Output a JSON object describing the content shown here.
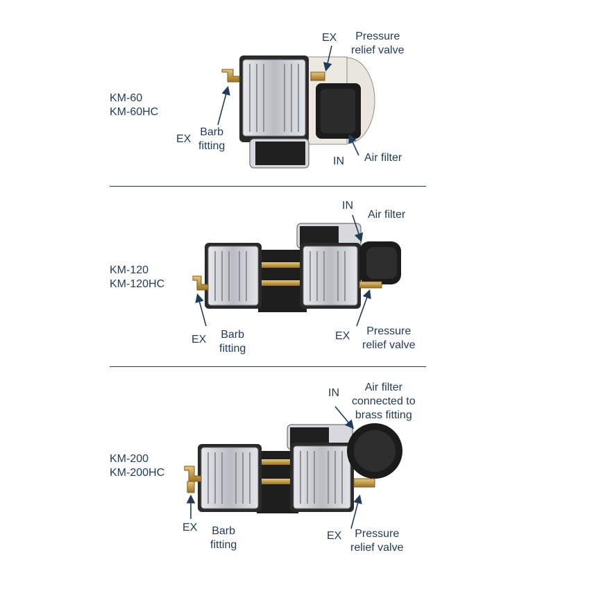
{
  "sections": [
    {
      "model": [
        "KM-60",
        "KM-60HC"
      ],
      "labels": {
        "ex_top": "EX",
        "prv": [
          "Pressure",
          "relief valve"
        ],
        "ex_left": "EX",
        "barb": [
          "Barb",
          "fitting"
        ],
        "in": "IN",
        "air_filter": "Air filter"
      }
    },
    {
      "model": [
        "KM-120",
        "KM-120HC"
      ],
      "labels": {
        "in": "IN",
        "air_filter": "Air filter",
        "ex_left": "EX",
        "barb": [
          "Barb",
          "fitting"
        ],
        "ex_right": "EX",
        "prv": [
          "Pressure",
          "relief valve"
        ]
      }
    },
    {
      "model": [
        "KM-200",
        "KM-200HC"
      ],
      "labels": {
        "in": "IN",
        "air_filter": [
          "Air filter",
          "connected to",
          "brass fitting"
        ],
        "ex_left": "EX",
        "barb": [
          "Barb",
          "fitting"
        ],
        "ex_right": "EX",
        "prv": [
          "Pressure",
          "relief valve"
        ]
      }
    }
  ],
  "colors": {
    "text": "#1f3a5a",
    "metal": "#c9ccd1",
    "dark": "#1a1a1a",
    "brass": "#c8a04a"
  }
}
